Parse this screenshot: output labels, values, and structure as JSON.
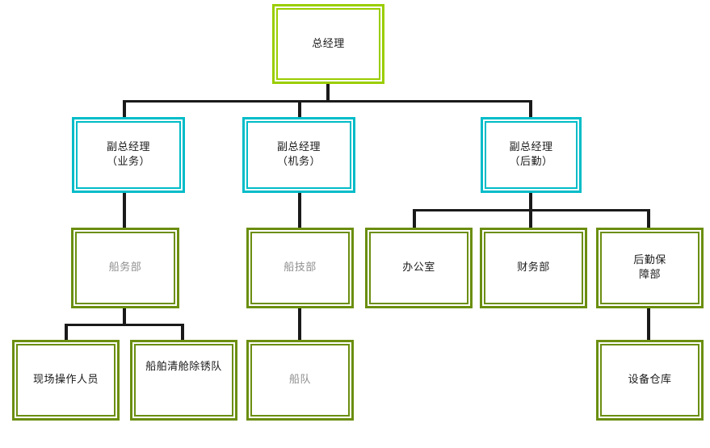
{
  "chart_title": "",
  "colors": {
    "top_border": "#9ACD00",
    "vp_border": "#00BCC8",
    "dept_border": "#6B8E10",
    "connector": "#1a1a1a",
    "text_black": "#1a1a1a",
    "text_gray": "#8f8f8f",
    "background": "#ffffff"
  },
  "nodes": {
    "general_manager": {
      "label": "总经理",
      "level": 1,
      "border_color": "#9ACD00",
      "text_color": "#1a1a1a"
    },
    "vp_business": {
      "label": "副总经理\n（业务）",
      "level": 2,
      "border_color": "#00BCC8",
      "text_color": "#1a1a1a"
    },
    "vp_engineering": {
      "label": "副总经理\n（机务）",
      "level": 2,
      "border_color": "#00BCC8",
      "text_color": "#1a1a1a"
    },
    "vp_logistics": {
      "label": "副总经理\n（后勤）",
      "level": 2,
      "border_color": "#00BCC8",
      "text_color": "#1a1a1a"
    },
    "dept_shipping": {
      "label": "船务部",
      "level": 3,
      "border_color": "#6B8E10",
      "text_color": "#8f8f8f"
    },
    "dept_ship_tech": {
      "label": "船技部",
      "level": 3,
      "border_color": "#6B8E10",
      "text_color": "#8f8f8f"
    },
    "dept_office": {
      "label": "办公室",
      "level": 3,
      "border_color": "#6B8E10",
      "text_color": "#1a1a1a"
    },
    "dept_finance": {
      "label": "财务部",
      "level": 3,
      "border_color": "#6B8E10",
      "text_color": "#1a1a1a"
    },
    "dept_logistics_support": {
      "label": "后勤保\n障部",
      "level": 3,
      "border_color": "#6B8E10",
      "text_color": "#1a1a1a"
    },
    "team_onsite_operators": {
      "label": "现场操作人员",
      "level": 4,
      "border_color": "#6B8E10",
      "text_color": "#1a1a1a"
    },
    "team_hold_cleaning": {
      "label": "船舶清舱除锈队",
      "level": 4,
      "border_color": "#6B8E10",
      "text_color": "#1a1a1a"
    },
    "team_fleet": {
      "label": "船队",
      "level": 4,
      "border_color": "#6B8E10",
      "text_color": "#8f8f8f"
    },
    "team_equipment_warehouse": {
      "label": "设备仓库",
      "level": 4,
      "border_color": "#6B8E10",
      "text_color": "#1a1a1a"
    }
  }
}
